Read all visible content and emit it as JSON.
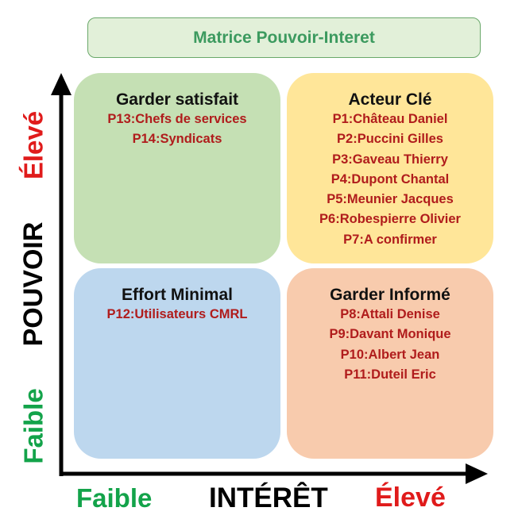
{
  "title": "Matrice Pouvoir-Interet",
  "axes": {
    "y_label": "POUVOIR",
    "y_low": "Faible",
    "y_high": "Élevé",
    "x_label": "INTÉRÊT",
    "x_low": "Faible",
    "x_high": "Élevé"
  },
  "quadrants": {
    "top_left": {
      "title": "Garder satisfait",
      "items": [
        "P13:Chefs de services",
        "P14:Syndicats"
      ]
    },
    "top_right": {
      "title": "Acteur Clé",
      "items": [
        "P1:Château Daniel",
        "P2:Puccini Gilles",
        "P3:Gaveau Thierry",
        "P4:Dupont Chantal",
        "P5:Meunier Jacques",
        "P6:Robespierre Olivier",
        "P7:A confirmer"
      ]
    },
    "bottom_left": {
      "title": "Effort Minimal",
      "items": [
        "P12:Utilisateurs CMRL"
      ]
    },
    "bottom_right": {
      "title": "Garder Informé",
      "items": [
        "P8:Attali Denise",
        "P9:Davant Monique",
        "P10:Albert Jean",
        "P11:Duteil Eric"
      ]
    }
  },
  "colors": {
    "title_text": "#3c9a5f",
    "title_fill": "#e2f0d9",
    "top_left_fill": "#c5e0b4",
    "top_right_fill": "#ffe699",
    "bottom_left_fill": "#bdd7ee",
    "bottom_right_fill": "#f8cbad",
    "item_text": "#b01c1c",
    "low_label": "#13a34a",
    "high_label": "#e01b1b",
    "axis": "#000000"
  }
}
